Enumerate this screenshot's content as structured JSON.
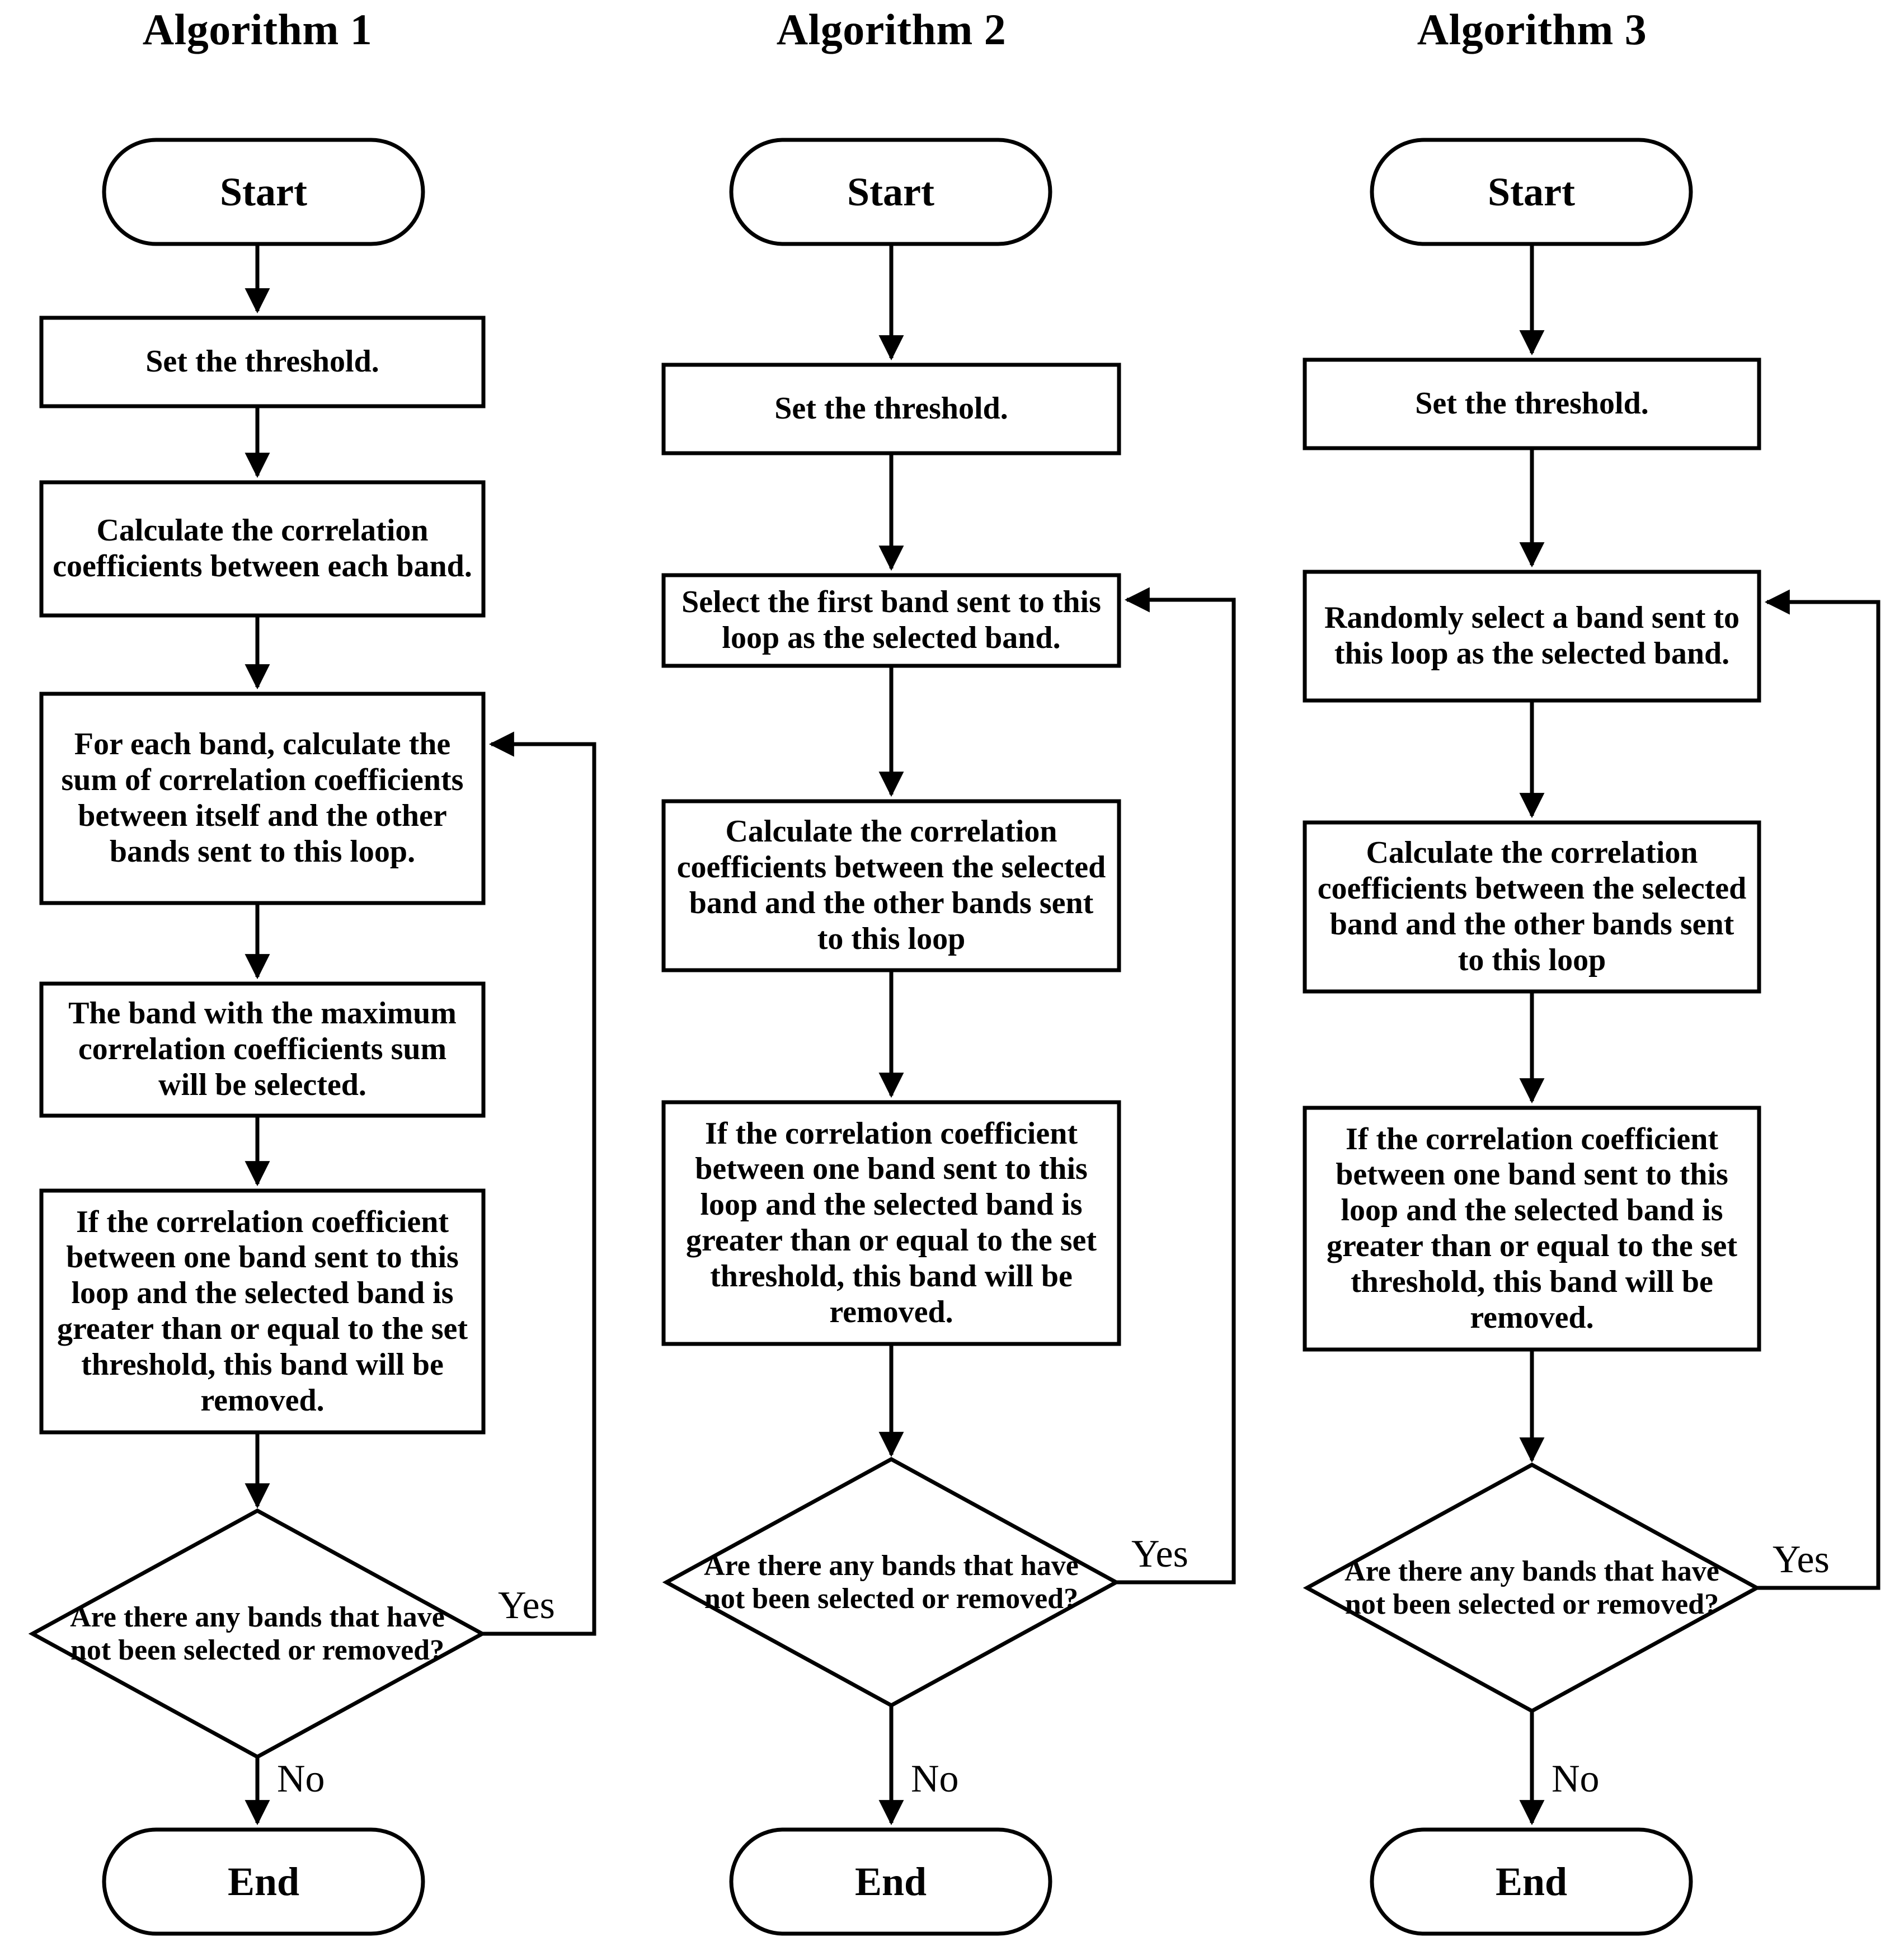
{
  "figure": {
    "type": "flowchart",
    "orientation": "three parallel vertical flowcharts",
    "columns": 3
  },
  "columns": [
    {
      "title": "Algorithm 1",
      "nodes": [
        {
          "id": "a1-start",
          "kind": "terminal",
          "text": "Start"
        },
        {
          "id": "a1-thresh",
          "kind": "process",
          "text": "Set the threshold."
        },
        {
          "id": "a1-calc",
          "kind": "process",
          "text": "Calculate the correlation coefficients between each band."
        },
        {
          "id": "a1-sum",
          "kind": "process",
          "text": "For each band, calculate the sum of correlation coefficients between itself and the other bands sent to this loop."
        },
        {
          "id": "a1-max",
          "kind": "process",
          "text": "The band with the maximum correlation coefficients sum will be selected."
        },
        {
          "id": "a1-remove",
          "kind": "process",
          "text": "If the correlation coefficient between one band sent to this loop  and the selected band is greater than or equal to the set threshold, this band will be removed."
        },
        {
          "id": "a1-decision",
          "kind": "decision",
          "text": "Are there any bands that have not been selected or removed?"
        },
        {
          "id": "a1-end",
          "kind": "terminal",
          "text": "End"
        }
      ],
      "edge_labels": {
        "yes": "Yes",
        "no": "No"
      },
      "loop_back_target": "a1-sum"
    },
    {
      "title": "Algorithm 2",
      "nodes": [
        {
          "id": "a2-start",
          "kind": "terminal",
          "text": "Start"
        },
        {
          "id": "a2-thresh",
          "kind": "process",
          "text": "Set the threshold."
        },
        {
          "id": "a2-select",
          "kind": "process",
          "text": "Select the first band sent to this loop as the selected band."
        },
        {
          "id": "a2-calc",
          "kind": "process",
          "text": "Calculate the correlation coefficients between the selected band and the other bands sent to this loop"
        },
        {
          "id": "a2-remove",
          "kind": "process",
          "text": "If the correlation coefficient between one band sent to this loop  and the selected band is greater than or equal to the set threshold, this band will be removed."
        },
        {
          "id": "a2-decision",
          "kind": "decision",
          "text": "Are there any bands that have not been selected or removed?"
        },
        {
          "id": "a2-end",
          "kind": "terminal",
          "text": "End"
        }
      ],
      "edge_labels": {
        "yes": "Yes",
        "no": "No"
      },
      "loop_back_target": "a2-select"
    },
    {
      "title": "Algorithm 3",
      "nodes": [
        {
          "id": "a3-start",
          "kind": "terminal",
          "text": "Start"
        },
        {
          "id": "a3-thresh",
          "kind": "process",
          "text": "Set the threshold."
        },
        {
          "id": "a3-select",
          "kind": "process",
          "text": "Randomly select a band sent to this loop as the selected band."
        },
        {
          "id": "a3-calc",
          "kind": "process",
          "text": "Calculate the correlation coefficients between the selected band and the other bands sent to this loop"
        },
        {
          "id": "a3-remove",
          "kind": "process",
          "text": "If the correlation coefficient between one band sent to this loop  and the selected band is greater than or equal to the set threshold, this band will be removed."
        },
        {
          "id": "a3-decision",
          "kind": "decision",
          "text": "Are there any bands that have not been selected or removed?"
        },
        {
          "id": "a3-end",
          "kind": "terminal",
          "text": "End"
        }
      ],
      "edge_labels": {
        "yes": "Yes",
        "no": "No"
      },
      "loop_back_target": "a3-select"
    }
  ],
  "colors": {
    "stroke": "#000000",
    "fill": "#ffffff",
    "text": "#000000",
    "background": "#ffffff"
  }
}
